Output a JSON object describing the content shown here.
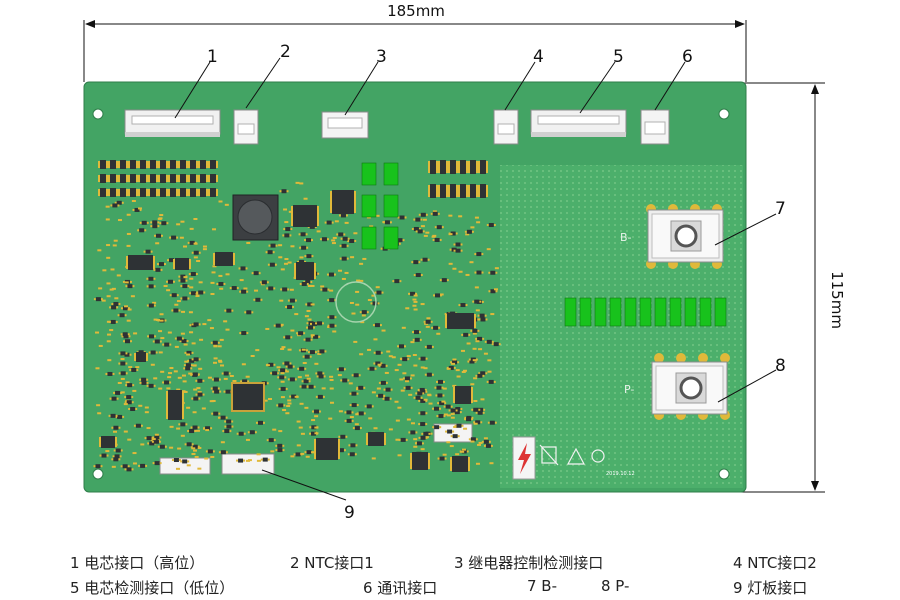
{
  "dimensions": {
    "width_label": "185mm",
    "height_label": "115mm"
  },
  "callouts": [
    {
      "num": "1"
    },
    {
      "num": "2"
    },
    {
      "num": "3"
    },
    {
      "num": "4"
    },
    {
      "num": "5"
    },
    {
      "num": "6"
    },
    {
      "num": "7"
    },
    {
      "num": "8"
    },
    {
      "num": "9"
    }
  ],
  "board": {
    "terminal_b": "B-",
    "terminal_p": "P-",
    "date_code": "2019.10.12",
    "colors": {
      "pcb": "#43a464",
      "pcb_light": "#6fbe7d",
      "pad": "#e0b93a",
      "chip": "#2e3235",
      "led": "#18c21c"
    }
  },
  "legend": [
    {
      "text": "1 电芯接口（高位）"
    },
    {
      "text": "2 NTC接口1"
    },
    {
      "text": "3 继电器控制检测接口"
    },
    {
      "text": "4 NTC接口2"
    },
    {
      "text": "5 电芯检测接口（低位）"
    },
    {
      "text": "6 通讯接口"
    },
    {
      "text": "7 B-"
    },
    {
      "text": "8 P-"
    },
    {
      "text": "9 灯板接口"
    }
  ]
}
